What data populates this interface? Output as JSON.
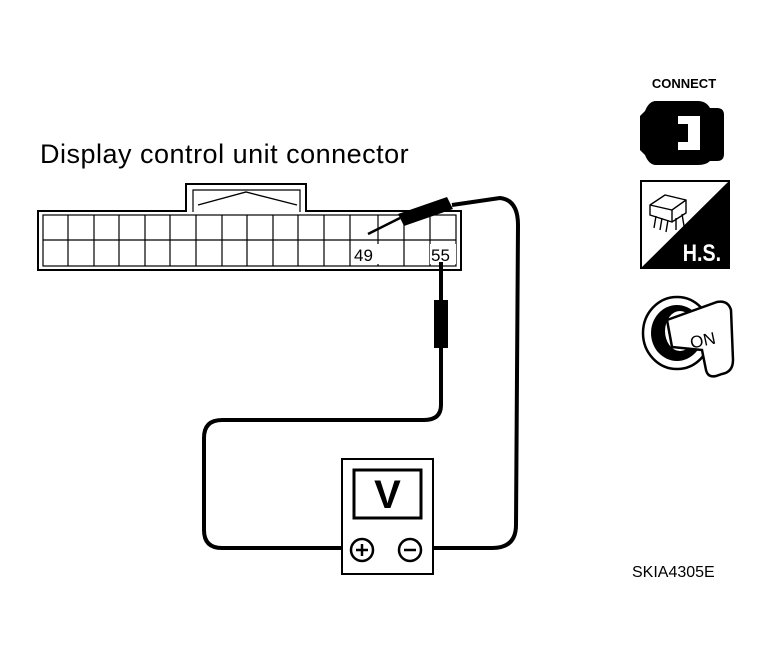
{
  "diagram": {
    "title": "Display control unit connector",
    "terminal_left": "49",
    "terminal_right": "55",
    "meter_label": "V",
    "plus_symbol": "+",
    "minus_symbol": "−",
    "code": "SKIA4305E"
  },
  "icons": {
    "connect_label": "CONNECT",
    "hs_label": "H.S.",
    "on_label": "ON"
  },
  "colors": {
    "ink": "#000000",
    "paper": "#ffffff"
  }
}
